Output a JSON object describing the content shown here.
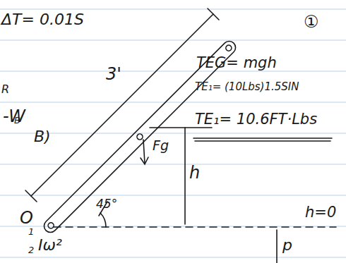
{
  "diagram": {
    "labels": [
      "ΔT= 0.01S",
      "①",
      "3'",
      "TEG= mgh",
      "TE₁= (10Lbs)1.5SIN",
      "TE₁= 10.6FT·Lbs",
      "Fg",
      "h",
      "45°",
      "O",
      "h=0",
      "p",
      "R",
      "-W",
      "B",
      "B)",
      "1",
      "2",
      "Iω²"
    ]
  }
}
